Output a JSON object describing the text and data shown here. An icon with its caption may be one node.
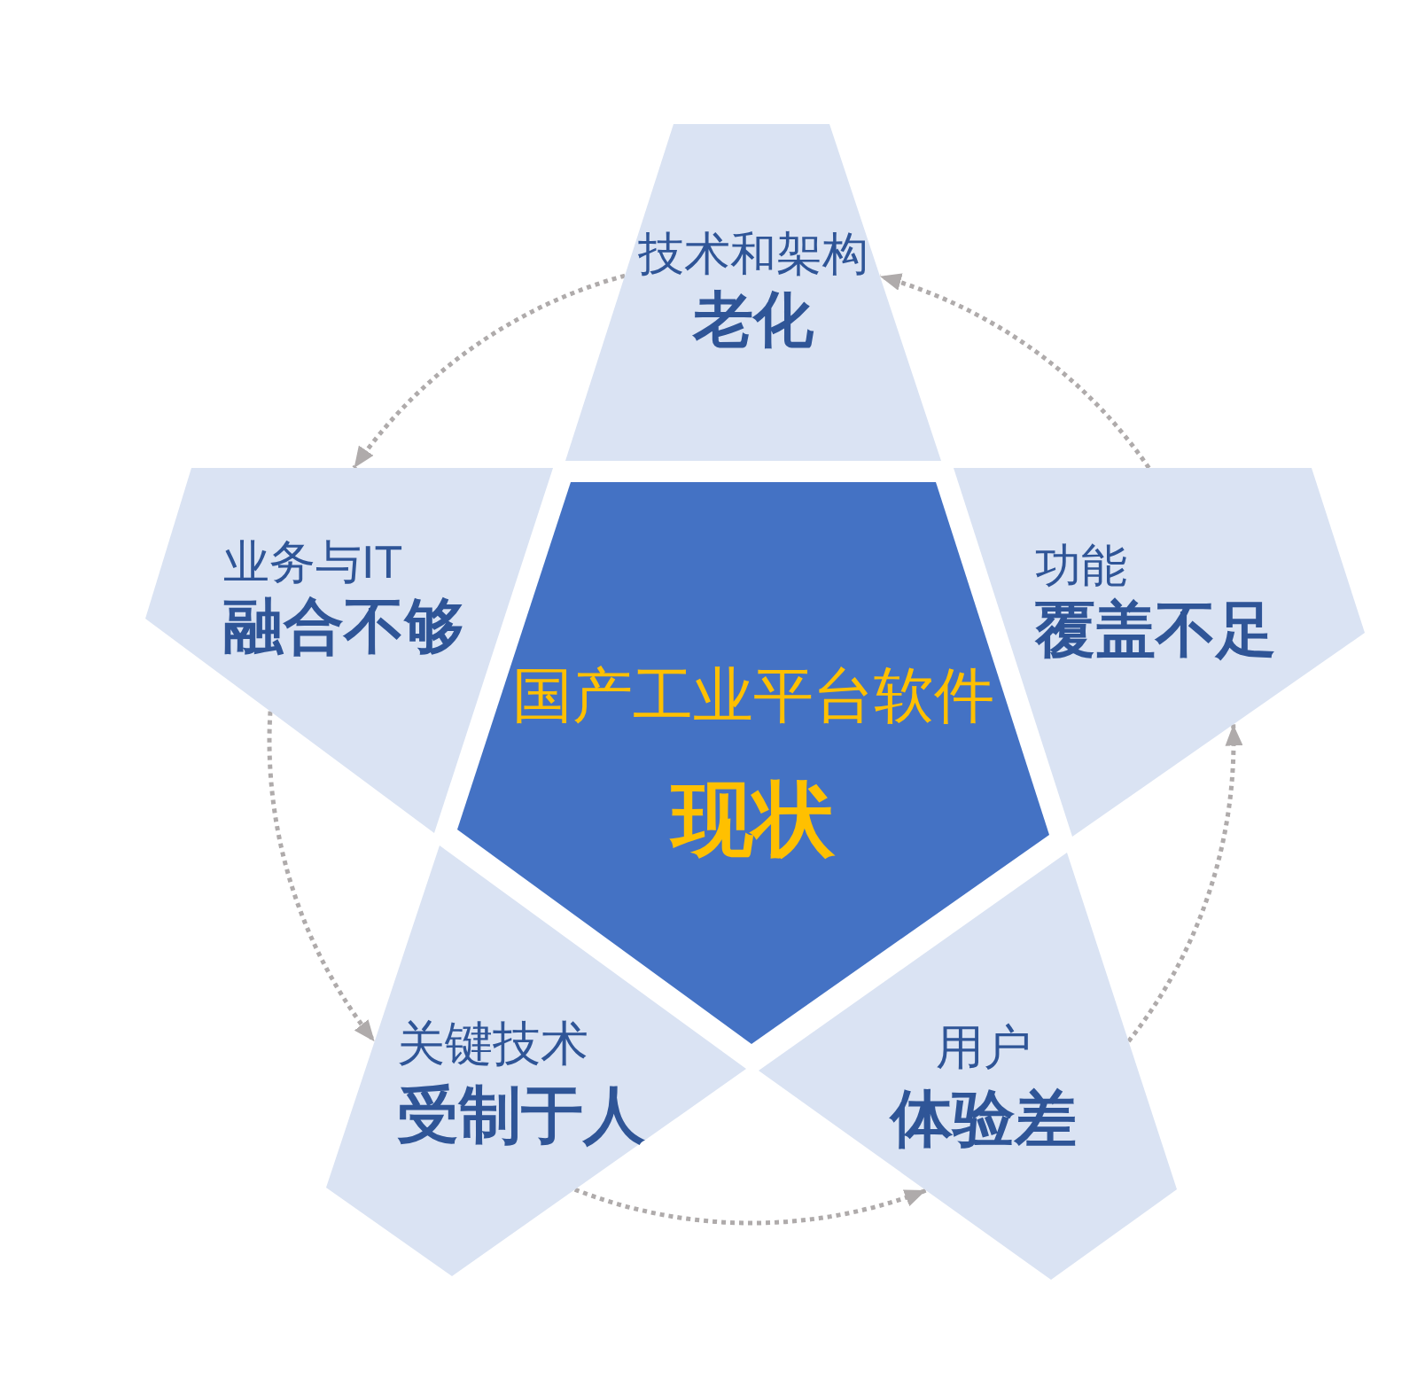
{
  "diagram": {
    "nodes": [
      {
        "text": [
          "技术和架构",
          "老化"
        ]
      },
      {
        "text": [
          "业务与IT",
          "融合不够"
        ]
      },
      {
        "text": [
          "国产工业平台软件",
          "现状"
        ]
      },
      {
        "text": [
          "功能",
          "覆盖不足"
        ]
      },
      {
        "text": [
          "关键技术",
          "受制于人"
        ]
      },
      {
        "text": [
          "用户",
          "体验差"
        ]
      }
    ],
    "edges": [
      {
        "from": 0,
        "to": 1,
        "arrow": "to",
        "style": "dashed"
      },
      {
        "from": 1,
        "to": 4,
        "arrow": "to",
        "style": "dashed"
      },
      {
        "from": 4,
        "to": 5,
        "arrow": "to",
        "style": "dashed"
      },
      {
        "from": 5,
        "to": 3,
        "arrow": "to",
        "style": "dashed"
      },
      {
        "from": 3,
        "to": 0,
        "arrow": "to",
        "style": "dashed"
      }
    ]
  }
}
